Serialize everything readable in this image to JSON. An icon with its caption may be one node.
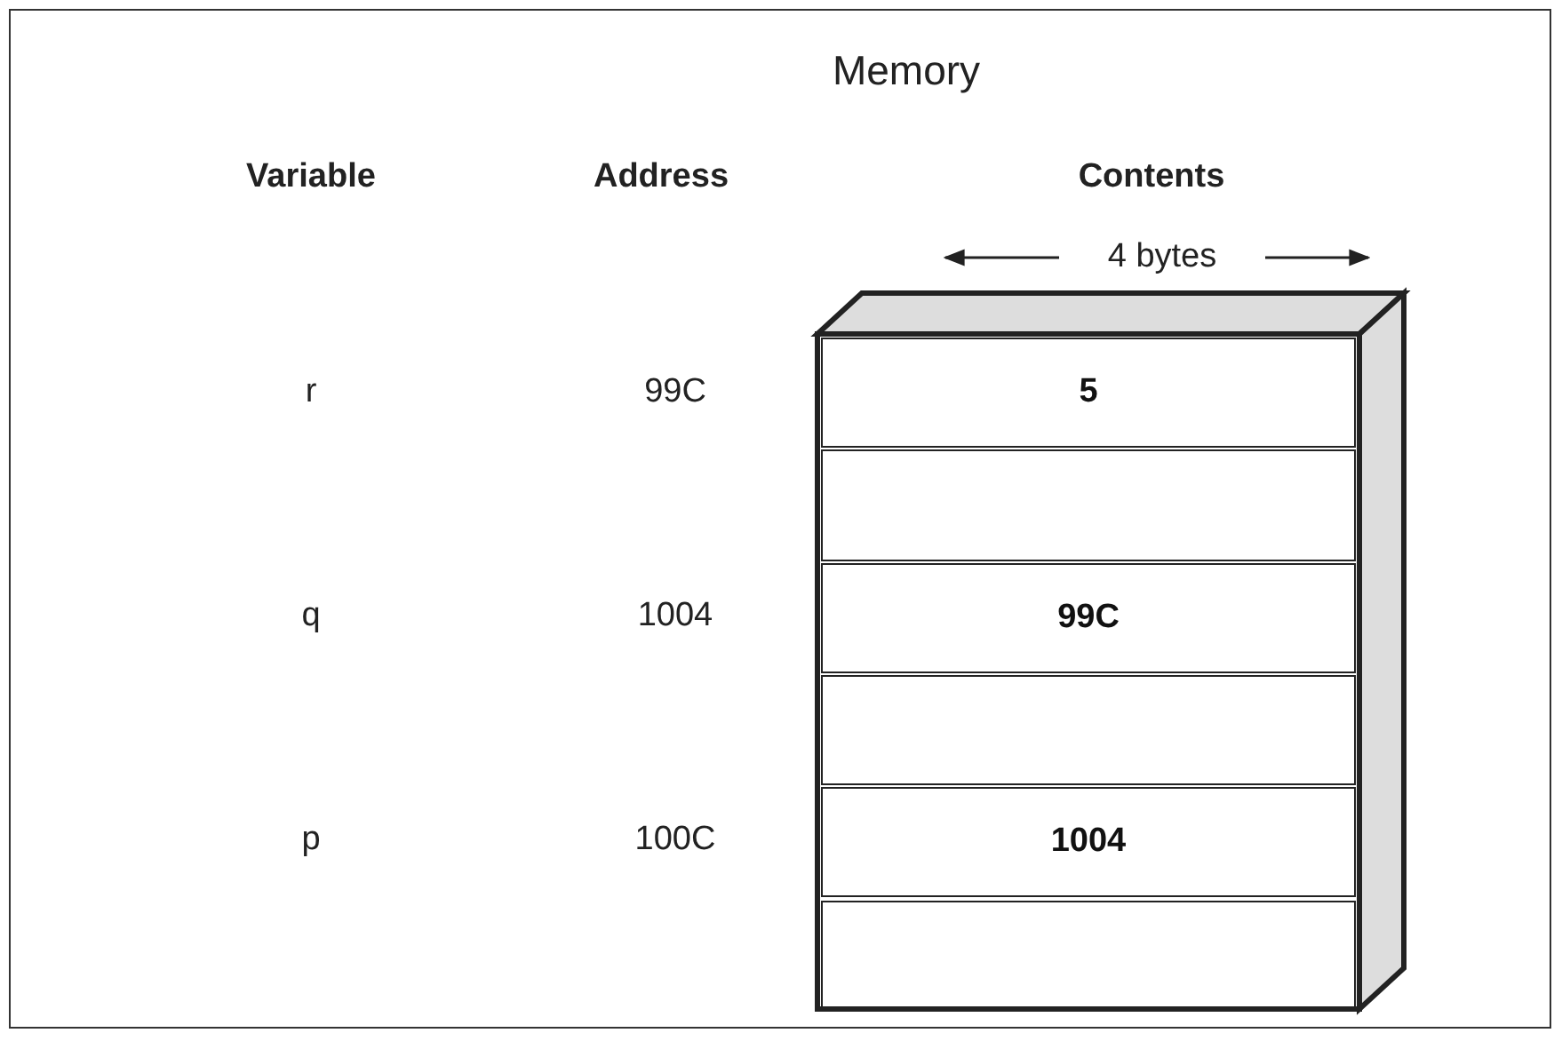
{
  "diagram": {
    "title": "Memory",
    "nodes": [
      {
        "text": [
          "5"
        ]
      },
      {
        "text": [],
        "shape": "box"
      },
      {
        "text": [
          "99C"
        ]
      },
      {
        "text": [],
        "shape": "box"
      },
      {
        "text": [
          "1004"
        ]
      },
      {
        "text": [],
        "shape": "box"
      }
    ],
    "labels": [
      "Variable",
      "Address",
      "Contents",
      "4 bytes",
      "r",
      "99C",
      "q",
      "1004",
      "p",
      "100C"
    ]
  }
}
